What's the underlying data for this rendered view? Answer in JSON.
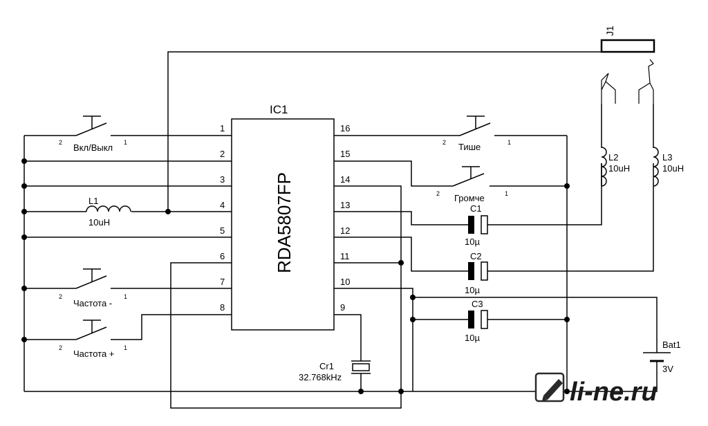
{
  "ic": {
    "ref": "IC1",
    "part": "RDA5807FP",
    "pins_left": [
      "1",
      "2",
      "3",
      "4",
      "5",
      "6",
      "7",
      "8"
    ],
    "pins_right": [
      "16",
      "15",
      "14",
      "13",
      "12",
      "11",
      "10",
      "9"
    ]
  },
  "switches": {
    "power": {
      "label": "Вкл/Выкл",
      "pin_a": "2",
      "pin_b": "1"
    },
    "freq_down": {
      "label": "Частота -",
      "pin_a": "2",
      "pin_b": "1"
    },
    "freq_up": {
      "label": "Частота +",
      "pin_a": "2",
      "pin_b": "1"
    },
    "vol_down": {
      "label": "Тише",
      "pin_a": "2",
      "pin_b": "1"
    },
    "vol_up": {
      "label": "Громче",
      "pin_a": "2",
      "pin_b": "1"
    }
  },
  "inductors": {
    "l1": {
      "ref": "L1",
      "value": "10uH"
    },
    "l2": {
      "ref": "L2",
      "value": "10uH"
    },
    "l3": {
      "ref": "L3",
      "value": "10uH"
    }
  },
  "capacitors": {
    "c1": {
      "ref": "C1",
      "value": "10µ"
    },
    "c2": {
      "ref": "C2",
      "value": "10µ"
    },
    "c3": {
      "ref": "C3",
      "value": "10µ"
    }
  },
  "crystal": {
    "ref": "Cr1",
    "value": "32.768kHz"
  },
  "jack": {
    "ref": "J1"
  },
  "battery": {
    "ref": "Bat1",
    "value": "3V"
  },
  "watermark": {
    "text": "li-ne.ru",
    "icon": "pencil-logo-icon"
  }
}
